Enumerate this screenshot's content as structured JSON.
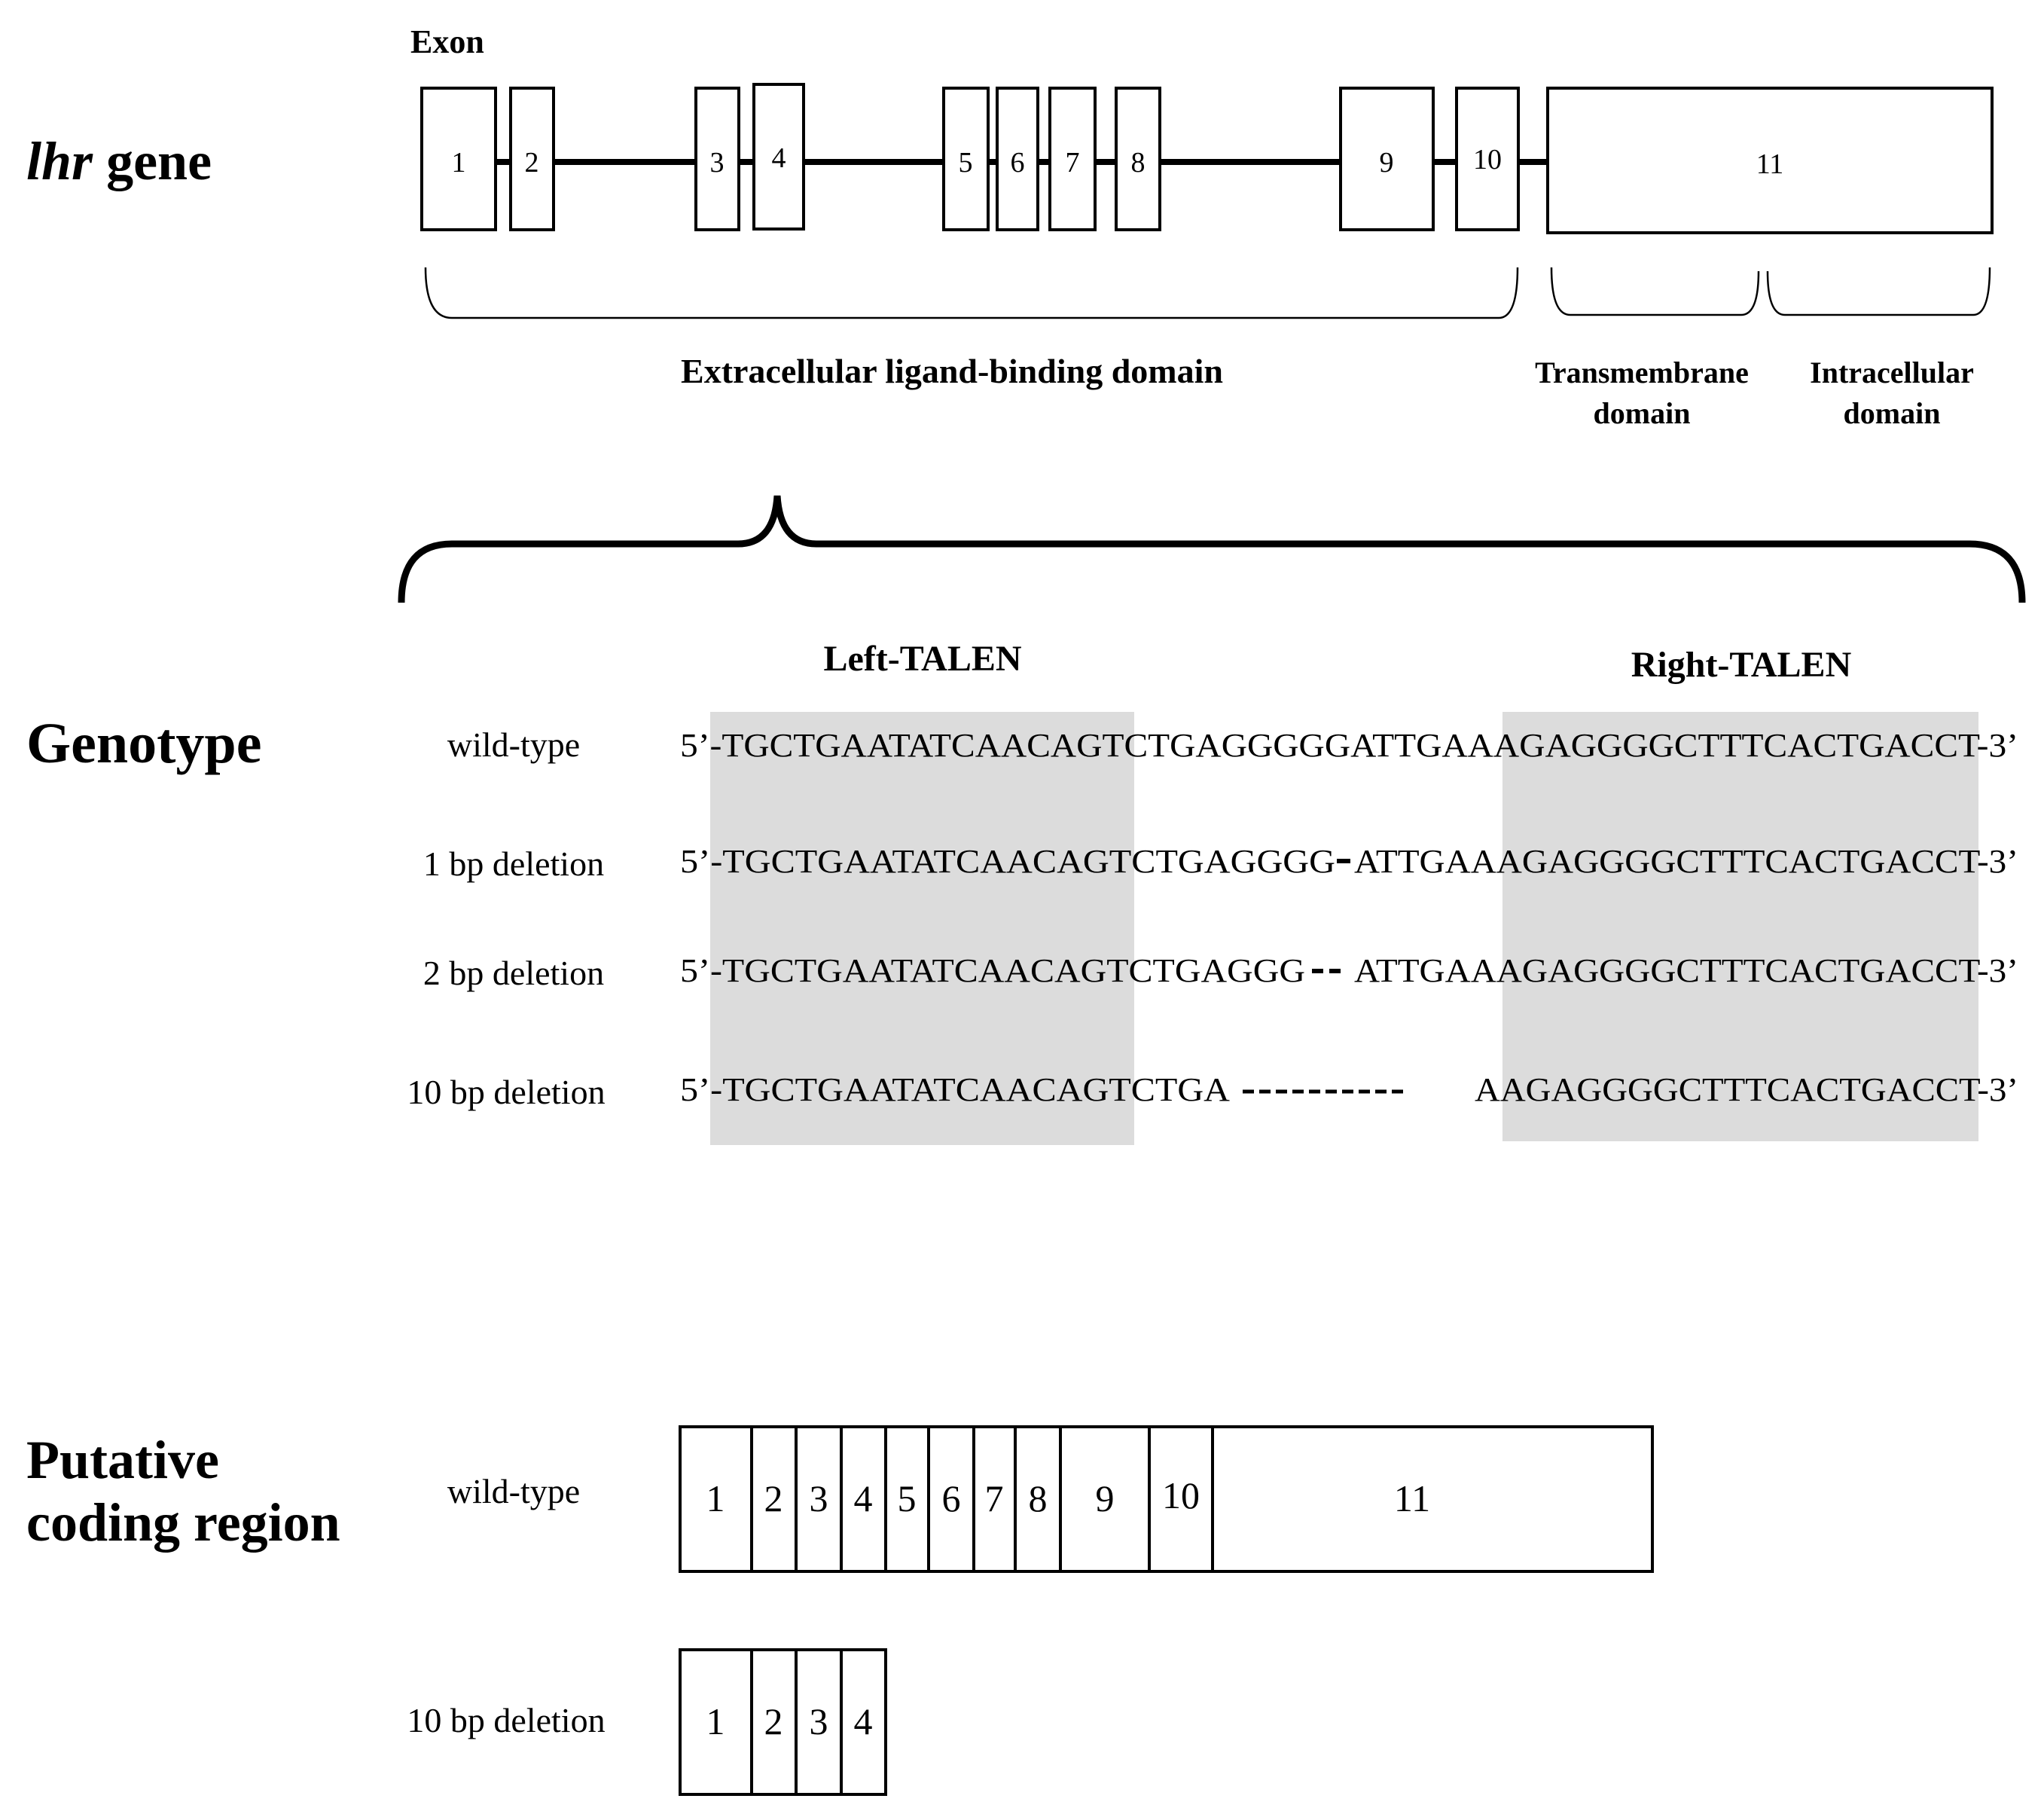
{
  "gene": {
    "exon_label": "Exon",
    "gene_name_italic": "lhr",
    "gene_name_rest": " gene",
    "exons": [
      "1",
      "2",
      "3",
      "4",
      "5",
      "6",
      "7",
      "8",
      "9",
      "10",
      "11"
    ]
  },
  "domains": {
    "extracellular": "Extracellular ligand-binding domain",
    "transmembrane_line1": "Transmembrane",
    "transmembrane_line2": "domain",
    "intracellular_line1": "Intracellular",
    "intracellular_line2": "domain"
  },
  "genotype": {
    "heading": "Genotype",
    "left_talen": "Left-TALEN",
    "right_talen": "Right-TALEN",
    "rows": [
      {
        "label": "wild-type",
        "seq_left": "5’-TGCTGAATATCAACAGTCTGAGGGGGATTGAAAGAGGGGCTTTCACTGACCT-3’",
        "seq_right": "",
        "gap_bp": 0
      },
      {
        "label": "1 bp deletion",
        "seq_left": "5’-TGCTGAATATCAACAGTCTGAGGGG",
        "seq_right": "ATTGAAAGAGGGGCTTTCACTGACCT-3’",
        "gap_bp": 1
      },
      {
        "label": "2 bp deletion",
        "seq_left": "5’-TGCTGAATATCAACAGTCTGAGGG",
        "seq_right": "ATTGAAAGAGGGGCTTTCACTGACCT-3’",
        "gap_bp": 2
      },
      {
        "label": "10 bp deletion",
        "seq_left": "5’-TGCTGAATATCAACAGTCTGA",
        "seq_right": "AAGAGGGGCTTTCACTGACCT-3’",
        "gap_bp": 10
      }
    ]
  },
  "coding": {
    "heading_line1": "Putative",
    "heading_line2": "coding region",
    "wt_label": "wild-type",
    "wt_exons": [
      "1",
      "2",
      "3",
      "4",
      "5",
      "6",
      "7",
      "8",
      "9",
      "10",
      "11"
    ],
    "del_label": "10 bp deletion",
    "del_exons": [
      "1",
      "2",
      "3",
      "4"
    ]
  },
  "colors": {
    "talen_shade": "#dcdcdc",
    "ink": "#000000"
  }
}
